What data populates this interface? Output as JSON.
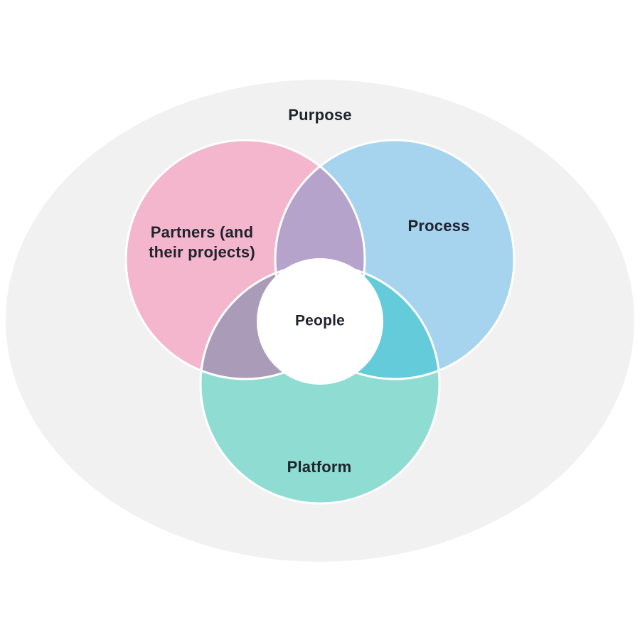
{
  "diagram": {
    "title": "Purpose",
    "background": {
      "page": "#ffffff",
      "ellipse": "#f1f1f2"
    },
    "text_color": "#20242d",
    "outline_color": "#ffffff",
    "circles": [
      {
        "id": "partners",
        "label_line1": "Partners (and",
        "label_line2": "their projects)",
        "color": "#f4b6cc"
      },
      {
        "id": "process",
        "label": "Process",
        "color": "#a6d3ee"
      },
      {
        "id": "platform",
        "label": "Platform",
        "color": "#8fdcd2"
      }
    ],
    "center": {
      "label": "People",
      "color": "#ffffff"
    },
    "overlaps": {
      "partners_process": "#b6a3cb",
      "partners_platform": "#aa9cb8",
      "process_platform": "#63cbd9",
      "triple": "#8e9fae"
    }
  }
}
